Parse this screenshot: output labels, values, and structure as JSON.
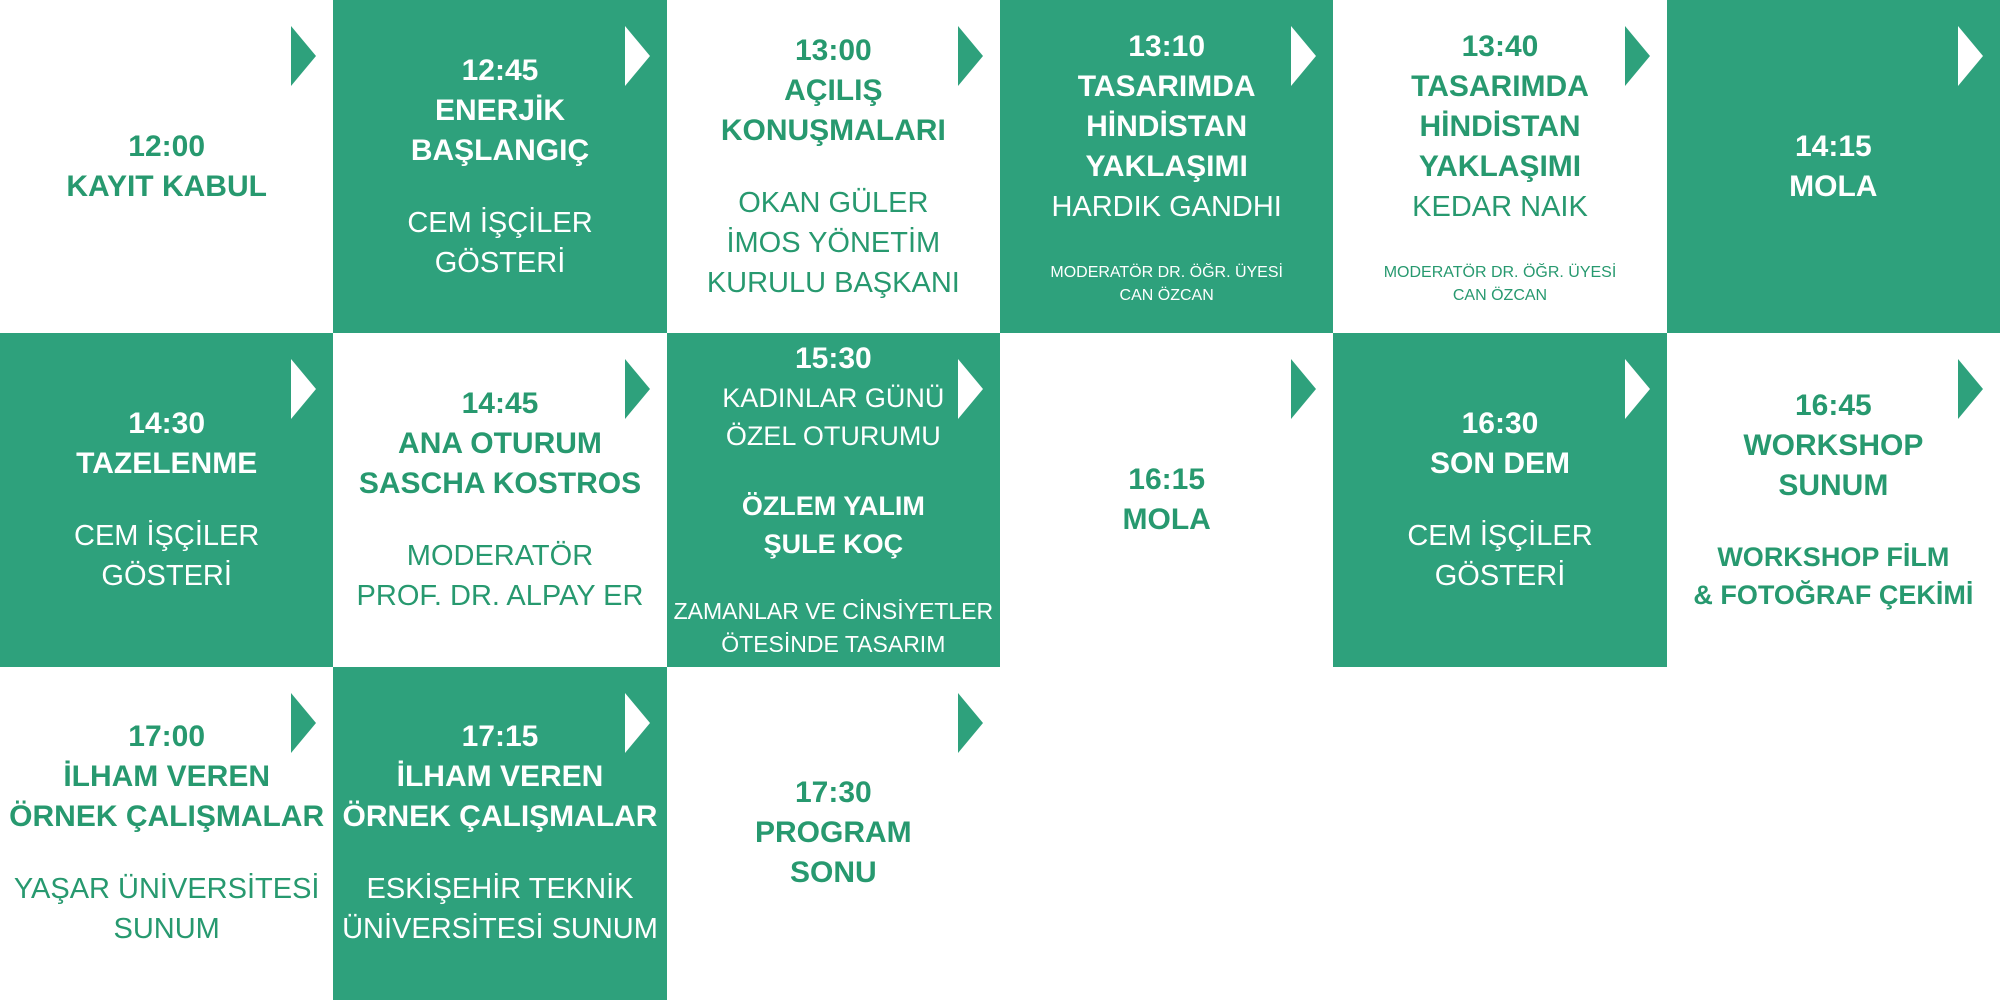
{
  "colors": {
    "green_bg": "#2ea17c",
    "green_text": "#27996f",
    "white": "#ffffff"
  },
  "icons": {
    "cell_arrow": "right-pointing-triangle"
  },
  "schedule": {
    "cells": [
      {
        "variant": "white",
        "arrow": true,
        "blocks": [
          {
            "kind": "time",
            "lines": [
              "12:00"
            ]
          },
          {
            "kind": "title",
            "lines": [
              "KAYIT KABUL"
            ]
          }
        ]
      },
      {
        "variant": "green",
        "arrow": true,
        "blocks": [
          {
            "kind": "time",
            "lines": [
              "12:45"
            ]
          },
          {
            "kind": "title",
            "lines": [
              "ENERJİK",
              "BAŞLANGIÇ"
            ]
          },
          {
            "kind": "sub",
            "lines": [
              "CEM İŞÇİLER",
              "GÖSTERİ"
            ]
          }
        ]
      },
      {
        "variant": "white",
        "arrow": true,
        "blocks": [
          {
            "kind": "time",
            "lines": [
              "13:00"
            ]
          },
          {
            "kind": "title",
            "lines": [
              "AÇILIŞ",
              "KONUŞMALARI"
            ]
          },
          {
            "kind": "sub",
            "lines": [
              "OKAN GÜLER",
              "İMOS YÖNETİM",
              "KURULU BAŞKANI"
            ]
          }
        ]
      },
      {
        "variant": "green",
        "arrow": true,
        "blocks": [
          {
            "kind": "time",
            "lines": [
              "13:10"
            ]
          },
          {
            "kind": "title",
            "lines": [
              "TASARIMDA",
              "HİNDİSTAN",
              "YAKLAŞIMI"
            ]
          },
          {
            "kind": "name",
            "lines": [
              "HARDIK GANDHI"
            ]
          },
          {
            "kind": "moderator",
            "lines": [
              "MODERATÖR DR. ÖĞR. ÜYESİ",
              "CAN ÖZCAN"
            ]
          }
        ]
      },
      {
        "variant": "white",
        "arrow": true,
        "blocks": [
          {
            "kind": "time",
            "lines": [
              "13:40"
            ]
          },
          {
            "kind": "title",
            "lines": [
              "TASARIMDA",
              "HİNDİSTAN",
              "YAKLAŞIMI"
            ]
          },
          {
            "kind": "name",
            "lines": [
              "KEDAR NAIK"
            ]
          },
          {
            "kind": "moderator",
            "lines": [
              "MODERATÖR DR. ÖĞR. ÜYESİ",
              "CAN ÖZCAN"
            ]
          }
        ]
      },
      {
        "variant": "green",
        "arrow": true,
        "blocks": [
          {
            "kind": "time",
            "lines": [
              "14:15"
            ]
          },
          {
            "kind": "title",
            "lines": [
              "MOLA"
            ]
          }
        ]
      },
      {
        "variant": "green",
        "arrow": true,
        "blocks": [
          {
            "kind": "time",
            "lines": [
              "14:30"
            ]
          },
          {
            "kind": "title",
            "lines": [
              "TAZELENME"
            ]
          },
          {
            "kind": "sub",
            "lines": [
              "CEM İŞÇİLER",
              "GÖSTERİ"
            ]
          }
        ]
      },
      {
        "variant": "white",
        "arrow": true,
        "blocks": [
          {
            "kind": "time",
            "lines": [
              "14:45"
            ]
          },
          {
            "kind": "title",
            "lines": [
              "ANA OTURUM",
              "SASCHA KOSTROS"
            ]
          },
          {
            "kind": "sub",
            "lines": [
              "MODERATÖR",
              "PROF. DR. ALPAY ER"
            ]
          }
        ]
      },
      {
        "variant": "green",
        "arrow": true,
        "blocks": [
          {
            "kind": "time",
            "lines": [
              "15:30"
            ]
          },
          {
            "kind": "title-sm",
            "lines": [
              "KADINLAR GÜNÜ",
              "ÖZEL OTURUMU"
            ]
          },
          {
            "kind": "sub-strong",
            "lines": [
              "ÖZLEM YALIM",
              "ŞULE KOÇ"
            ]
          },
          {
            "kind": "sub-sm",
            "lines": [
              "ZAMANLAR VE CİNSİYETLER",
              "ÖTESİNDE TASARIM"
            ]
          }
        ]
      },
      {
        "variant": "white",
        "arrow": true,
        "blocks": [
          {
            "kind": "time",
            "lines": [
              "16:15"
            ]
          },
          {
            "kind": "title",
            "lines": [
              "MOLA"
            ]
          }
        ]
      },
      {
        "variant": "green",
        "arrow": true,
        "blocks": [
          {
            "kind": "time",
            "lines": [
              "16:30"
            ]
          },
          {
            "kind": "title",
            "lines": [
              "SON DEM"
            ]
          },
          {
            "kind": "sub",
            "lines": [
              "CEM İŞÇİLER",
              "GÖSTERİ"
            ]
          }
        ]
      },
      {
        "variant": "white",
        "arrow": true,
        "blocks": [
          {
            "kind": "time",
            "lines": [
              "16:45"
            ]
          },
          {
            "kind": "title",
            "lines": [
              "WORKSHOP",
              "SUNUM"
            ]
          },
          {
            "kind": "sub-strong",
            "lines": [
              "WORKSHOP FİLM",
              "& FOTOĞRAF ÇEKİMİ"
            ]
          }
        ]
      },
      {
        "variant": "white",
        "arrow": true,
        "blocks": [
          {
            "kind": "time",
            "lines": [
              "17:00"
            ]
          },
          {
            "kind": "title",
            "lines": [
              "İLHAM VEREN",
              "ÖRNEK ÇALIŞMALAR"
            ]
          },
          {
            "kind": "sub",
            "lines": [
              "YAŞAR ÜNİVERSİTESİ",
              "SUNUM"
            ]
          }
        ]
      },
      {
        "variant": "green",
        "arrow": true,
        "blocks": [
          {
            "kind": "time",
            "lines": [
              "17:15"
            ]
          },
          {
            "kind": "title",
            "lines": [
              "İLHAM VEREN",
              "ÖRNEK ÇALIŞMALAR"
            ]
          },
          {
            "kind": "sub",
            "lines": [
              "ESKİŞEHİR TEKNİK",
              "ÜNİVERSİTESİ SUNUM"
            ]
          }
        ]
      },
      {
        "variant": "white",
        "arrow": true,
        "blocks": [
          {
            "kind": "time",
            "lines": [
              "17:30"
            ]
          },
          {
            "kind": "title",
            "lines": [
              "PROGRAM",
              "SONU"
            ]
          }
        ]
      },
      {
        "variant": "empty",
        "arrow": false,
        "blocks": []
      },
      {
        "variant": "empty",
        "arrow": false,
        "blocks": []
      },
      {
        "variant": "empty",
        "arrow": false,
        "blocks": []
      }
    ]
  }
}
